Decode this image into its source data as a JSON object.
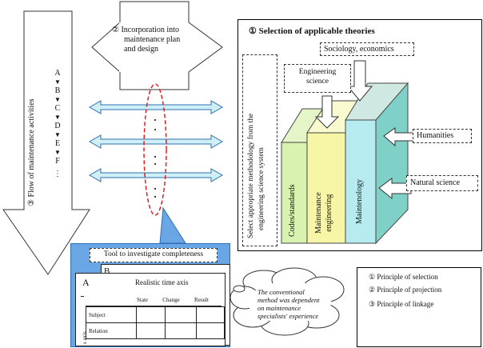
{
  "flow": {
    "label": "③  Flow of maintenance activities",
    "letters": [
      "A",
      "B",
      "C",
      "D",
      "E",
      "F",
      "⋮"
    ]
  },
  "incorporation": {
    "line1": "②  Incorporation  into",
    "line2": "maintenance plan",
    "line3": "and design"
  },
  "selection": {
    "title": "①  Selection of applicable theories",
    "methodology_line1": "Select appropriate methodology from the",
    "methodology_line2": "engineering science system",
    "sociology": "Sociology, economics",
    "eng_science_line1": "Engineering",
    "eng_science_line2": "science",
    "humanities": "Humanities",
    "natural_science": "Natural science",
    "books": {
      "codes": "Codes/standards",
      "maint_eng_line1": "Maintenance",
      "maint_eng_line2": "engineering",
      "maintenology": "Maintenology"
    }
  },
  "tool": {
    "label": "Tool to investigate completeness",
    "card_back_letter": "B",
    "card_letter": "A",
    "axis_title": "Realistic time axis",
    "columns": [
      "State",
      "Change",
      "Result"
    ],
    "rows": [
      "Subject",
      "Relation"
    ],
    "side_axis": "s axis"
  },
  "cloud": {
    "line1": "The conventional",
    "line2": "method was dependent",
    "line3": "on maintenance",
    "line4": "specialists' experience"
  },
  "principles": [
    "①  Principle of selection",
    "②  Principle of projection",
    "③  Principle of linkage"
  ],
  "colors": {
    "arrow_fill": "#cfeff6",
    "arrow_stroke": "#2f6fb0",
    "book_green": "#d9f2b0",
    "book_yellow": "#f6f6a6",
    "book_cyan": "#b6ecef",
    "book_side": "#7fd1c7",
    "dash_red": "#e02020",
    "panel_blue": "#6aa6e6"
  }
}
